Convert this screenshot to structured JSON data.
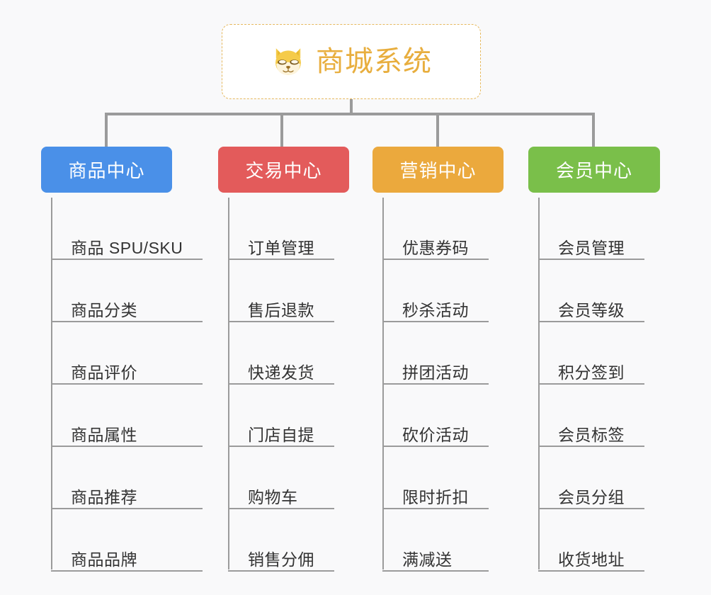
{
  "canvas": {
    "background": "#f9f9fa",
    "line_color": "#9b9b9b"
  },
  "root": {
    "title": "商城系统",
    "icon": "shiba-dog-icon",
    "title_color": "#e8ae3e",
    "border_color": "#e6b95e",
    "background": "#ffffff"
  },
  "branches": [
    {
      "label": "商品中心",
      "color": "#4a90e8",
      "items": [
        "商品 SPU/SKU",
        "商品分类",
        "商品评价",
        "商品属性",
        "商品推荐",
        "商品品牌"
      ]
    },
    {
      "label": "交易中心",
      "color": "#e35b5b",
      "items": [
        "订单管理",
        "售后退款",
        "快递发货",
        "门店自提",
        "购物车",
        "销售分佣"
      ]
    },
    {
      "label": "营销中心",
      "color": "#eba93d",
      "items": [
        "优惠券码",
        "秒杀活动",
        "拼团活动",
        "砍价活动",
        "限时折扣",
        "满减送"
      ]
    },
    {
      "label": "会员中心",
      "color": "#7abf4a",
      "items": [
        "会员管理",
        "会员等级",
        "积分签到",
        "会员标签",
        "会员分组",
        "收货地址"
      ]
    }
  ]
}
